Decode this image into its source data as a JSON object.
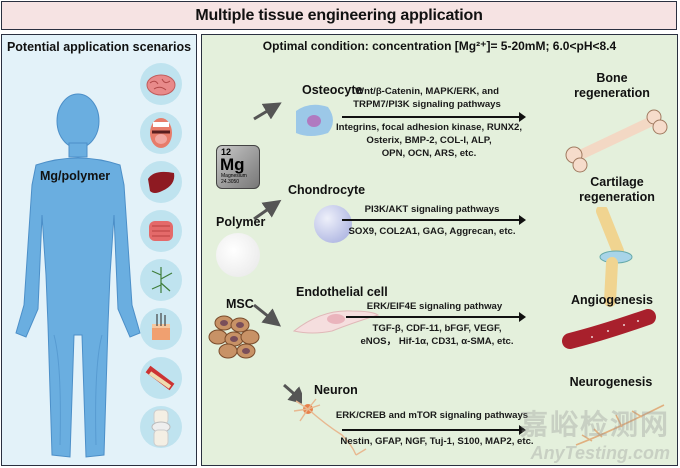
{
  "header": {
    "title": "Multiple tissue engineering application"
  },
  "left_panel": {
    "title": "Potential application scenarios",
    "body_label": "Mg/polymer",
    "organs": [
      {
        "name": "brain-icon"
      },
      {
        "name": "mouth-icon"
      },
      {
        "name": "liver-icon"
      },
      {
        "name": "intestine-icon"
      },
      {
        "name": "nerve-icon"
      },
      {
        "name": "skin-icon"
      },
      {
        "name": "bone-fracture-icon"
      },
      {
        "name": "knee-joint-icon"
      }
    ]
  },
  "right_panel": {
    "condition": "Optimal condition: concentration [Mg²⁺]= 5-20mM; 6.0<pH<8.4",
    "element_tile": {
      "number": "12",
      "symbol": "Mg",
      "name": "Magnesium",
      "mass": "24.3050"
    },
    "sources": {
      "polymer": "Polymer",
      "msc": "MSC"
    },
    "rows": [
      {
        "cell": "Osteocyte",
        "pathway": [
          "Wnt/β-Catenin, MAPK/ERK, and",
          "TRPM7/PI3K signaling pathways"
        ],
        "markers": [
          "Integrins, focal adhesion kinase, RUNX2,",
          "Osterix, BMP-2, COL-I, ALP,",
          "OPN, OCN, ARS, etc."
        ],
        "outcome": [
          "Bone",
          "regeneration"
        ]
      },
      {
        "cell": "Chondrocyte",
        "pathway": [
          "PI3K/AKT signaling pathways"
        ],
        "markers": [
          "SOX9, COL2A1, GAG, Aggrecan, etc."
        ],
        "outcome": [
          "Cartilage",
          "regeneration"
        ]
      },
      {
        "cell": "Endothelial cell",
        "pathway": [
          "ERK/EIF4E signaling pathway"
        ],
        "markers": [
          "TGF-β, CDF-11, bFGF, VEGF,",
          "eNOS， Hif-1α, CD31, α-SMA, etc."
        ],
        "outcome": [
          "Angiogenesis"
        ]
      },
      {
        "cell": "Neuron",
        "pathway": [
          "ERK/CREB and mTOR signaling pathways"
        ],
        "markers": [
          "Nestin, GFAP, NGF, Tuj-1, S100, MAP2, etc."
        ],
        "outcome": [
          "Neurogenesis"
        ]
      }
    ]
  },
  "watermark": {
    "cn": "嘉峪检测网",
    "en": "AnyTesting.com"
  },
  "colors": {
    "title_bg": "#f6e3e3",
    "left_bg": "#e3f2f9",
    "right_bg": "#e4f0dc",
    "body": "#6aaee0",
    "border": "#2a3040"
  }
}
